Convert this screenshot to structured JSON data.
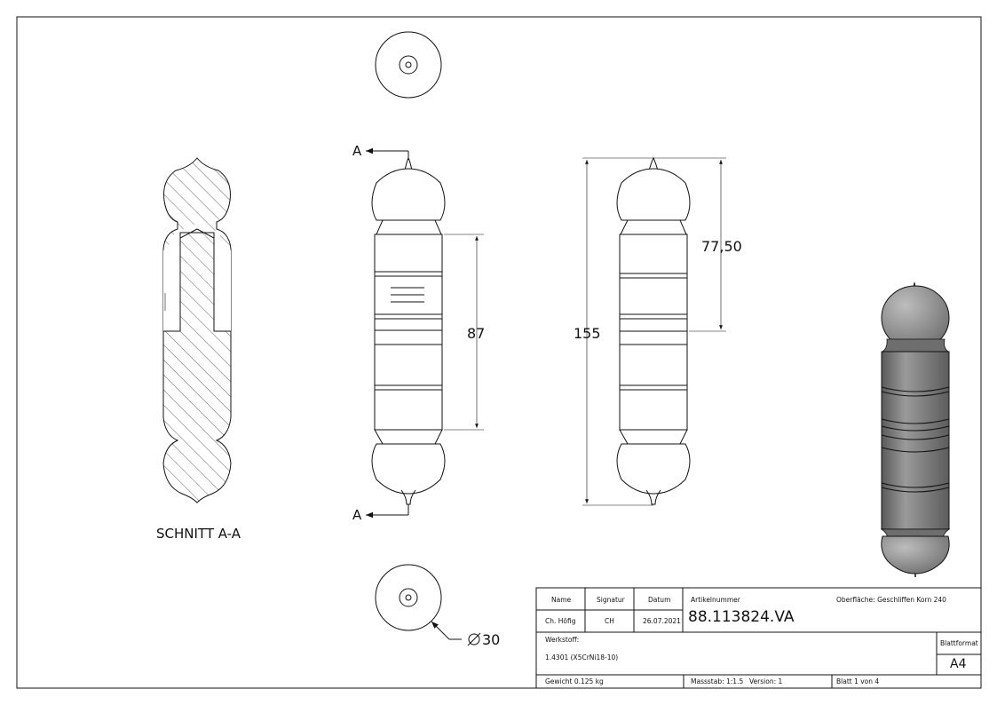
{
  "section": {
    "label": "SCHNITT A-A",
    "cut_label_top": "A",
    "cut_label_bottom": "A"
  },
  "dimensions": {
    "d87": "87",
    "d155": "155",
    "d77_50": "77,50",
    "dia30": "30"
  },
  "title_block": {
    "name_header": "Name",
    "signatur_header": "Signatur",
    "datum_header": "Datum",
    "artikel_header": "Artikelnummer",
    "oberflaeche": "Oberfläche:  Geschliffen Korn 240",
    "name_value": "Ch. Höfig",
    "signatur_value": "CH",
    "datum_value": "26.07.2021",
    "artikel_value": "88.113824.VA",
    "werkstoff_label": "Werkstoff:",
    "werkstoff_value": "1.4301 (X5CrNi18-10)",
    "blattformat_label": "Blattformat",
    "blattformat_value": "A4",
    "gewicht": "Gewicht 0.125 kg",
    "massstab": "Massstab: 1:1.5",
    "version": "Version: 1",
    "blatt": "Blatt 1 von 4"
  }
}
